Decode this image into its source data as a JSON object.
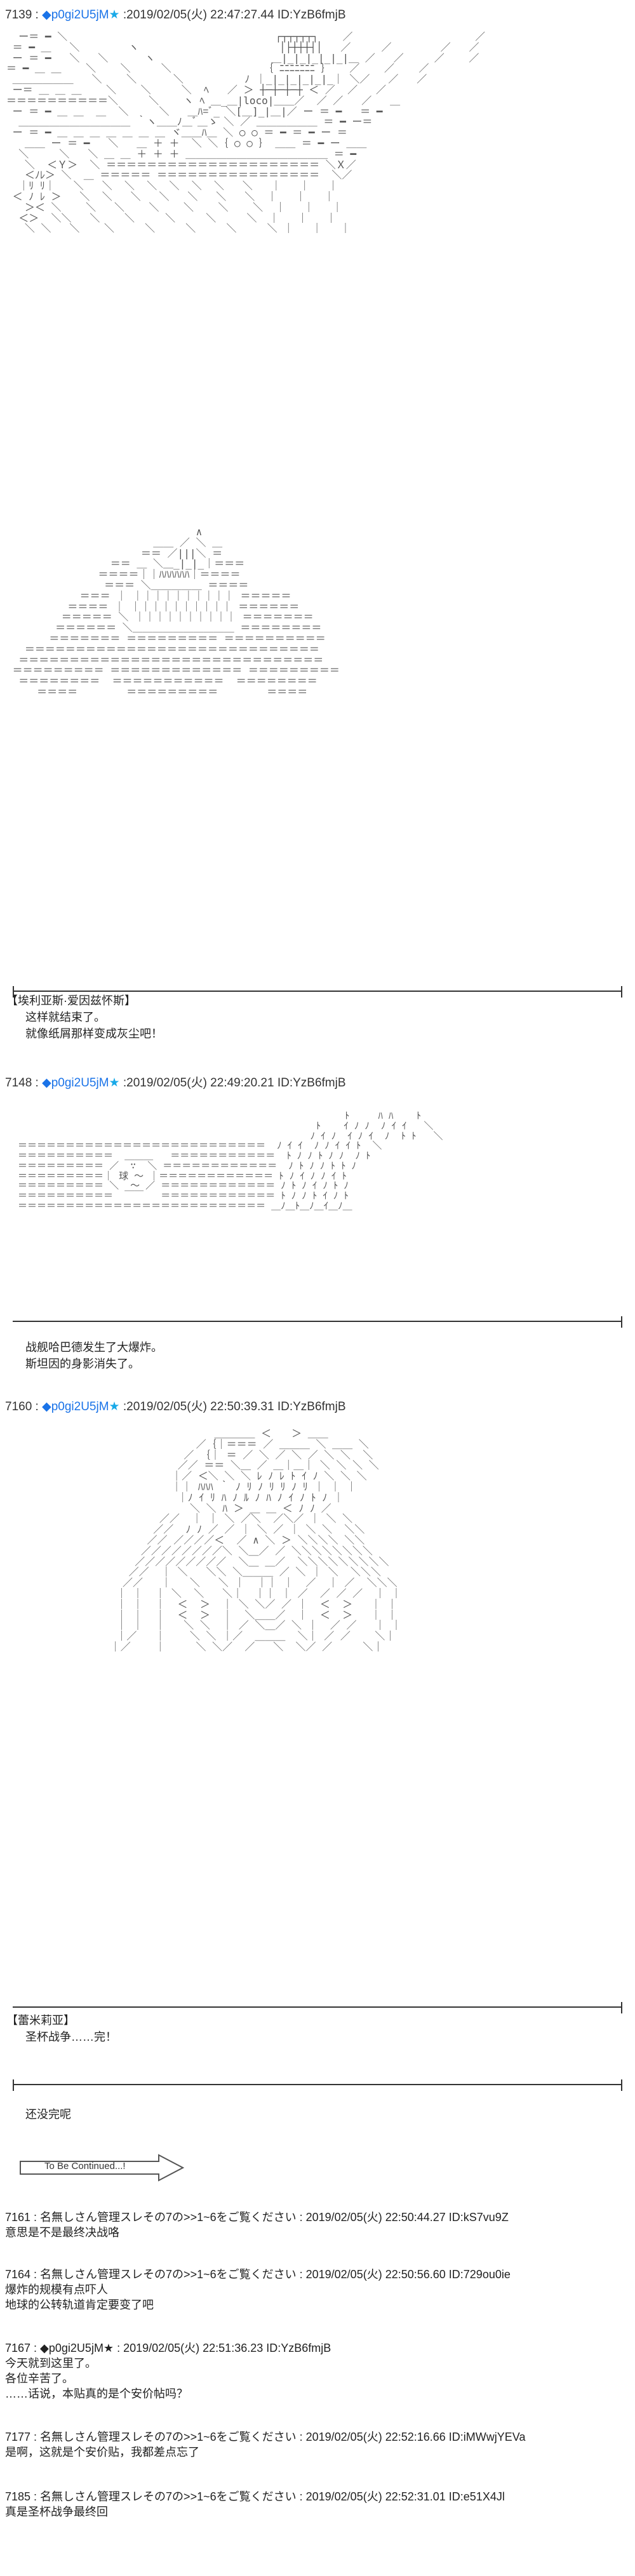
{
  "posts": [
    {
      "num": "7139 :",
      "name": "◆p0gi2U5jM",
      "star": "★",
      "date": ":2019/02/05(火) 22:47:27.44 ID:YzB6fmjB",
      "speaker": "【埃利亚斯·爱因兹怀斯】",
      "lines": [
        "这样就结束了。",
        "就像纸屑那样变成灰尘吧！"
      ]
    },
    {
      "num": "7148 :",
      "name": "◆p0gi2U5jM",
      "star": "★",
      "date": ":2019/02/05(火) 22:49:20.21 ID:YzB6fmjB",
      "lines": [
        "战舰哈巴德发生了大爆炸。",
        "斯坦因的身影消失了。"
      ]
    },
    {
      "num": "7160 :",
      "name": "◆p0gi2U5jM",
      "star": "★",
      "date": ":2019/02/05(火) 22:50:39.31 ID:YzB6fmjB",
      "speaker": "【蕾米莉亚】",
      "lines": [
        "圣杯战争……完！"
      ],
      "after": "还没完呢",
      "tbc": "To Be Continued...!"
    }
  ],
  "replies": [
    {
      "header": "7161 : 名無しさん管理スレその7の>>1~6をご覧ください : 2019/02/05(火) 22:50:44.27 ID:kS7vu9Z",
      "lines": [
        "意思是不是最终决战咯"
      ]
    },
    {
      "header": "7164 : 名無しさん管理スレその7の>>1~6をご覧ください : 2019/02/05(火) 22:50:56.60 ID:729ou0ie",
      "lines": [
        "爆炸的规模有点吓人",
        "地球的公转轨道肯定要变了吧"
      ]
    },
    {
      "header": "7167 : ◆p0gi2U5jM★ : 2019/02/05(火) 22:51:36.23 ID:YzB6fmjB",
      "lines": [
        "今天就到这里了。",
        "各位辛苦了。",
        "……话说，本贴真的是个安价帖吗？"
      ]
    },
    {
      "header": "7177 : 名無しさん管理スレその7の>>1~6をご覧ください : 2019/02/05(火) 22:52:16.66 ID:iMWwjYEVa",
      "lines": [
        "是啊，这就是个安价贴，我都差点忘了"
      ]
    },
    {
      "header": "7185 : 名無しさん管理スレその7の>>1~6をご覧ください : 2019/02/05(火) 22:52:31.01 ID:e51X4Jl",
      "lines": [
        "真是圣杯战争最终回"
      ]
    }
  ],
  "ascii_art": {
    "panel1": "  ー＝ ━ ＼                                  ┌┬┬┬┬┬┐    ／                    ／\n ＝ ━ ＿   ＼        ヽ                       │├┼┼┼┤│   ／     ／        ／   ／\n ー ＝ ━   ＼   ＼      ヽ                   ＿|_|_|_|_|_|＿ ／   ／     ／    ／\n＝ ━ ＿ ＿    ＼    ＼     ＼               ｛ ﾆﾆﾆﾆﾆﾆﾆ ｝   ／    ／    ／\n ＿＿＿＿＿＿   ＼    ＼      ＼          ﾉ ｜_|_|_|_|_|_｜ ＼／   ／   ／\n ー＝ ＿ ＿ ＿    ＼    ＼     ＼  ﾍ   ／ ＞ ┼─┼─┼─┼ ＜ ／  ／   ／\n＝＝＝＝＝＝＝＝＝＝＼     ＼    ヽ ﾍ ＿_＿|loco|＿＿／  ／ ／   ／   ＿\n ー ＝ ━ ＿ ＿  ＿  ＼     ＼   ＿ﾊ=ﾞ_ ＼[＿]_|＿|／ ー ＝ ━   ＝ ━\n  ＿＿＿＿＿＿＿＿＿＿＿ ｀ヽ＿＿ﾉ＿ﾞ＿ゝ ＼ ／ ＿＿＿＿＿＿ ＝ ━ ー＝\n ー ＝ ━ ＿ ＿ ＿ ＿ ＿ ＿ ＿ ヾ＿＿ﾊ＿ ＼ ○ ○ ＝ ━ ＝ ━ ー ＝\n   ＿＿ ー ＝ ━   ＼   ＿ ＋ ＋  ＼ ＼｛ ○ ○ ｝ ＿＿ ＝ ━ ー ＿＿\n  ＼     ＼   ＼ ＿ ＿ ＋ ＋ ＋ ＿＿＿＿＿＿＿＿＿＿＿＿＿＿ ＝ ━\n   ＼  ＜Ｙ＞  ＼ ＝＝＝＝＝＝＝＝＝＝＝＝＝＝＝＝＝＝＝＝＝ ＼Ｘ／\n   ＜ﾉﾚ＞ ＼  ＿ ＝＝＝＝＝ ＝＝＝＝＝＝＝＝＝＝＝＝＝＝＝＝  ＼／\n  ｜ﾘ ﾘ｜   ＼   ＼  ＼  ＼  ＼  ＼  ＼   ＼   ｜   ｜   ｜\n ＜ ﾉ ﾚ ＞   ＼  ＼   ＼   ＼   ＼   ＼   ＼  ｜   ｜   ｜\n   ＞＜ ＼    ＼   ＼    ＼    ＼    ＼    ＼  ｜   ｜   ｜\n  ＜＞  ＼＼   ＼    ＼     ＼     ＼     ＼  ｜   ｜   ｜\n   ＼ ＼   ＼    ＼     ＼     ＼     ＼     ＼ ｜   ｜   ｜",
    "panel2": "                               ∧\n                        ＿＿ ／ ＼ ＿\n                      ＝＝ ／|||＼ ＝\n                 ＝＝ ＿ ＼＿_|_|_｜＝＝＝\n               ＝＝＝＝｜｜ﾊﾊﾊﾊﾊﾊ｜＝＝＝＝\n                ＝＝＝ ＼＿＿＿＿＿ ＝＝＝＝\n            ＝＝＝ ｜ ｜｜｜｜｜｜｜｜｜｜ ＝＝＝＝＝\n          ＝＝＝＝ ｜ ｜｜｜｜｜｜｜｜｜｜ ＝＝＝＝＝＝\n         ＝＝＝＝＝ ＼ ｜｜｜｜｜｜｜｜｜｜ ＝＝＝＝＝＝＝\n        ＝＝＝＝＝＝ ＼＿＿＿＿＿＿＿＿＿＿ ＝＝＝＝＝＝＝＝\n       ＝＝＝＝＝＝＝ ＝＝＝＝＝＝＝＝＝ ＝＝＝＝＝＝＝＝＝＝\n   ＝＝＝＝＝＝＝＝＝＝＝＝＝＝＝＝＝＝＝＝＝＝＝＝＝＝＝＝＝\n  ＝＝＝＝＝＝＝＝＝＝＝＝＝＝＝＝＝＝＝＝＝＝＝＝＝＝＝＝＝＝\n ＝＝＝＝＝＝＝＝＝ ＝＝＝＝＝＝＝＝＝＝＝＝＝ ＝＝＝＝＝＝＝＝＝\n  ＝＝＝＝＝＝＝＝  ＝＝＝＝＝＝＝＝＝＝＝  ＝＝＝＝＝＝＝＝\n     ＝＝＝＝        ＝＝＝＝＝＝＝＝＝        ＝＝＝＝",
    "panel3": "                                                           ﾄ     ﾊ ﾊ    ﾄ\n                                                      ﾄ    ｲ ﾉ ﾉ  ﾉ ｲ ｲ   ＼\n                                                     ﾉ ｲ ﾉ  ｲ ﾉ ｲ  ﾉ  ﾄ ﾄ   ＼\n  ＝＝＝＝＝＝＝＝＝＝＝＝＝＝＝＝＝＝＝＝＝＝＝＝＝＝  ﾉ ｲ ｲ  ﾉ ﾉ ｲ ｲ ﾄ  ＼\n  ＝＝＝＝＝＝＝＝＝＝  ＿＿＿   ＝＝＝＝＝＝＝＝＝＝＝  ﾄ ﾉ ﾉ ﾄ ﾉ ﾉ  ﾉ ﾄ\n  ＝＝＝＝＝＝＝＝＝ ／  ∵  ＼ ＝＝＝＝＝＝＝＝＝＝＝＝  ﾉ ﾄ ﾉ ﾉ ﾄ ﾄ ﾉ\n  ＝＝＝＝＝＝＝＝＝｜ 球 ～ ｜＝＝＝＝＝＝＝＝＝＝＝＝ ﾄ ﾉ ｲ ﾉ ﾉ ｲ ﾄ\n  ＝＝＝＝＝＝＝＝＝ ＼  ～ ／ ＝＝＝＝＝＝＝＝＝＝＝＝ ﾉ ﾄ ﾉ ｲ ﾉ ﾄ ﾉ\n  ＝＝＝＝＝＝＝＝＝＝  ￣￣   ＝＝＝＝＝＝＝＝＝＝＝＝ ﾄ ﾉ ﾉ ﾄ ｲ ﾉ ﾄ\n  ＝＝＝＝＝＝＝＝＝＝＝＝＝＝＝＝＝＝＝＝＝＝＝＝＝＝ ＿ﾉ＿ﾄ＿ﾉ＿ｲ＿ﾉ＿",
    "panel4": "                                  ＿＿＿＿ ＜￣￣＞ ＿＿\n                               ／｛｜＝＝＝ ／ ＿＿＿ ＼ ＿＿ ＼\n                             ／ ｛｜ ＝ ／ ＼ ／ ＼ ／ ＼ ＼  ＼\n                            ／／ ＝＝ ＼＿ ／ ＿｜＿｜ ＼ ＼ ＼ ＼\n                           ｜／ ＜＼ ＼ ＼ ﾚ ﾉ ﾚ ﾄ ｲ ﾉ ＼ ＼ ＼\n                           ｜｜ ﾊﾊﾊ ｀ ﾉ ﾘ ﾉ ﾘ ﾘ ﾉ ﾘ ｜ ｜ ｜\n                            ｜ﾉ ｲ ﾘ ﾊ ﾉ ﾙ ﾉ ﾊ ﾉ ｲ ﾉ ﾄ ﾉ ｜\n                              ＼ ＼ ﾊ ＞ ＿ ＿ ＜ ﾉ ﾉ ／\n                         ／／  ｜ ｜ ＼ ／＼  ／＼／ ｜ ＼ ＼\n                        ／／  ﾉ ﾉ ／ ／ ｜ ＼ ／ ｜ ＼ ＼  ＼＼\n                       ／／ ／／／／＜  ／ ∧ ＼ ＞ ＼＼＼＼ ＼＼\n                      ／／／／／／／／＼ ＼＿／ ／ ＼＼＼＼＼＼＼＼\n                     ／／／／／／／／／  ＼＿ ＿／  ＼＼＼＼＼＼＼＼＼\n                    ／／  ｜ ＼   ＼＼ ＼＿＿＿ ／ ＼ ｜ ＼  ＼＼＼\n                   ／／   ｜   ＼   ＼ ｜  ｜｜ ｜  ／  ｜ ／  ＼＼＼\n                  ｜ ｜  ｜ ＼  ＼   ＼｜  ｜｜ ｜ ／  ／ ／ ／  ｜ ｜\n                  ｜ ｜  ｜  ＜  ＞  ｜ ＼ ＼／ ／ ｜  ＜  ＞   ｜ ｜\n                  ｜ ｜  ｜  ＜  ＞  ｜  ＼＿＿／  ｜  ＜  ＞   ｜ ｜\n                  ｜ ｜  ｜   ＼ ＼  ｜ ／ ＼＿／ ＼ ｜  ／ ／   ｜ ｜\n                  ｜／   ｜    ＼ ＼ ｜／  ＿＿＿  ＼｜ ／ ／    ＼｜\n                 ｜／    ｜     ＼ ＼／  ／   ＼  ＼／ ／     ＼｜"
  }
}
